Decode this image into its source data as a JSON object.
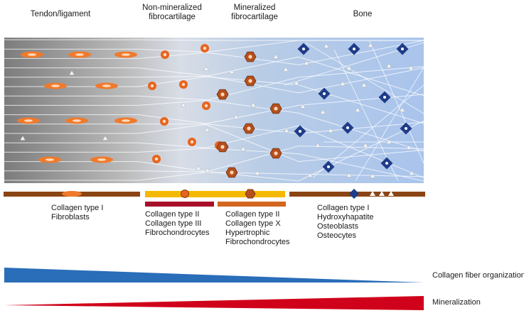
{
  "zones": [
    {
      "id": "tendon",
      "title": [
        "Tendon/ligament"
      ]
    },
    {
      "id": "nonmin",
      "title": [
        "Non-mineralized",
        "fibrocartilage"
      ]
    },
    {
      "id": "min",
      "title": [
        "Mineralized",
        "fibrocartilage"
      ]
    },
    {
      "id": "bone",
      "title": [
        "Bone"
      ]
    }
  ],
  "captions": {
    "tendon": [
      "Collagen type I",
      "Fibroblasts"
    ],
    "nonmin": [
      "Collagen type II",
      "Collagen type III",
      "Fibrochondrocytes"
    ],
    "min": [
      "Collagen type II",
      "Collagen type X",
      "Hypertrophic",
      "Fibrochondrocytes"
    ],
    "bone": [
      "Collagen type I",
      "Hydroxyhapatite",
      "Osteoblasts",
      "Osteocytes"
    ]
  },
  "colors": {
    "tendon_bar": "#8b4513",
    "nonmin_bar": "#f5b800",
    "min_bar": "#f5b800",
    "nonmin_accent": "#a8102a",
    "min_accent": "#d2661e",
    "bone_bar": "#8b4513",
    "fibroblast": "#f07a2c",
    "chondrocyte": "#e8641e",
    "hypertrophic": "#b5501e",
    "osteocyte": "#1f3c88",
    "collagen_wedge": "#2a6db8",
    "mineral_wedge": "#d0021b"
  },
  "wedges": {
    "collagen": "Collagen fiber organization",
    "mineral": "Mineralization"
  }
}
